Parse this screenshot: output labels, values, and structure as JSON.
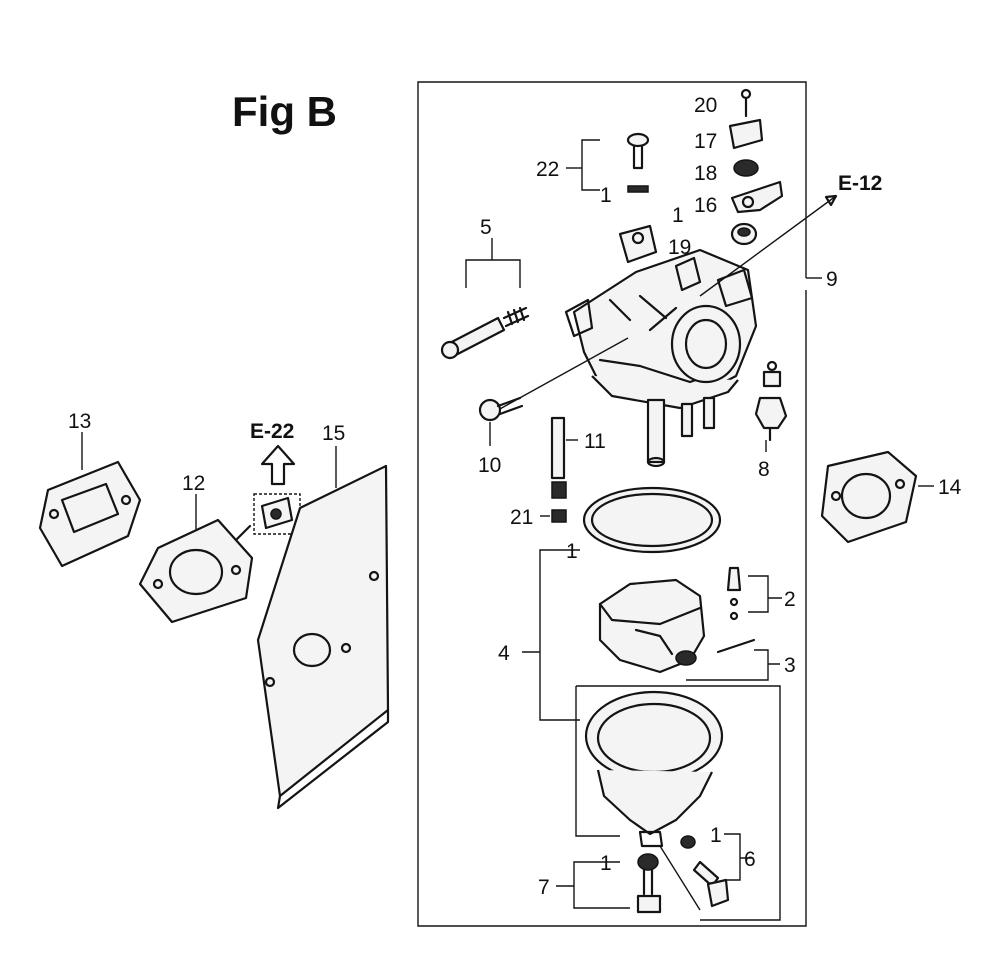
{
  "title": "Fig B",
  "references": {
    "top": "E-12",
    "left": "E-22"
  },
  "callouts": {
    "p1a": "1",
    "p1b": "1",
    "p1c": "1",
    "p1d": "1",
    "p1e": "1",
    "p2": "2",
    "p3": "3",
    "p4": "4",
    "p5": "5",
    "p6": "6",
    "p7": "7",
    "p8": "8",
    "p9": "9",
    "p10": "10",
    "p11": "11",
    "p12": "12",
    "p13": "13",
    "p14": "14",
    "p15": "15",
    "p16": "16",
    "p17": "17",
    "p18": "18",
    "p19": "19",
    "p20": "20",
    "p21": "21",
    "p22": "22"
  }
}
